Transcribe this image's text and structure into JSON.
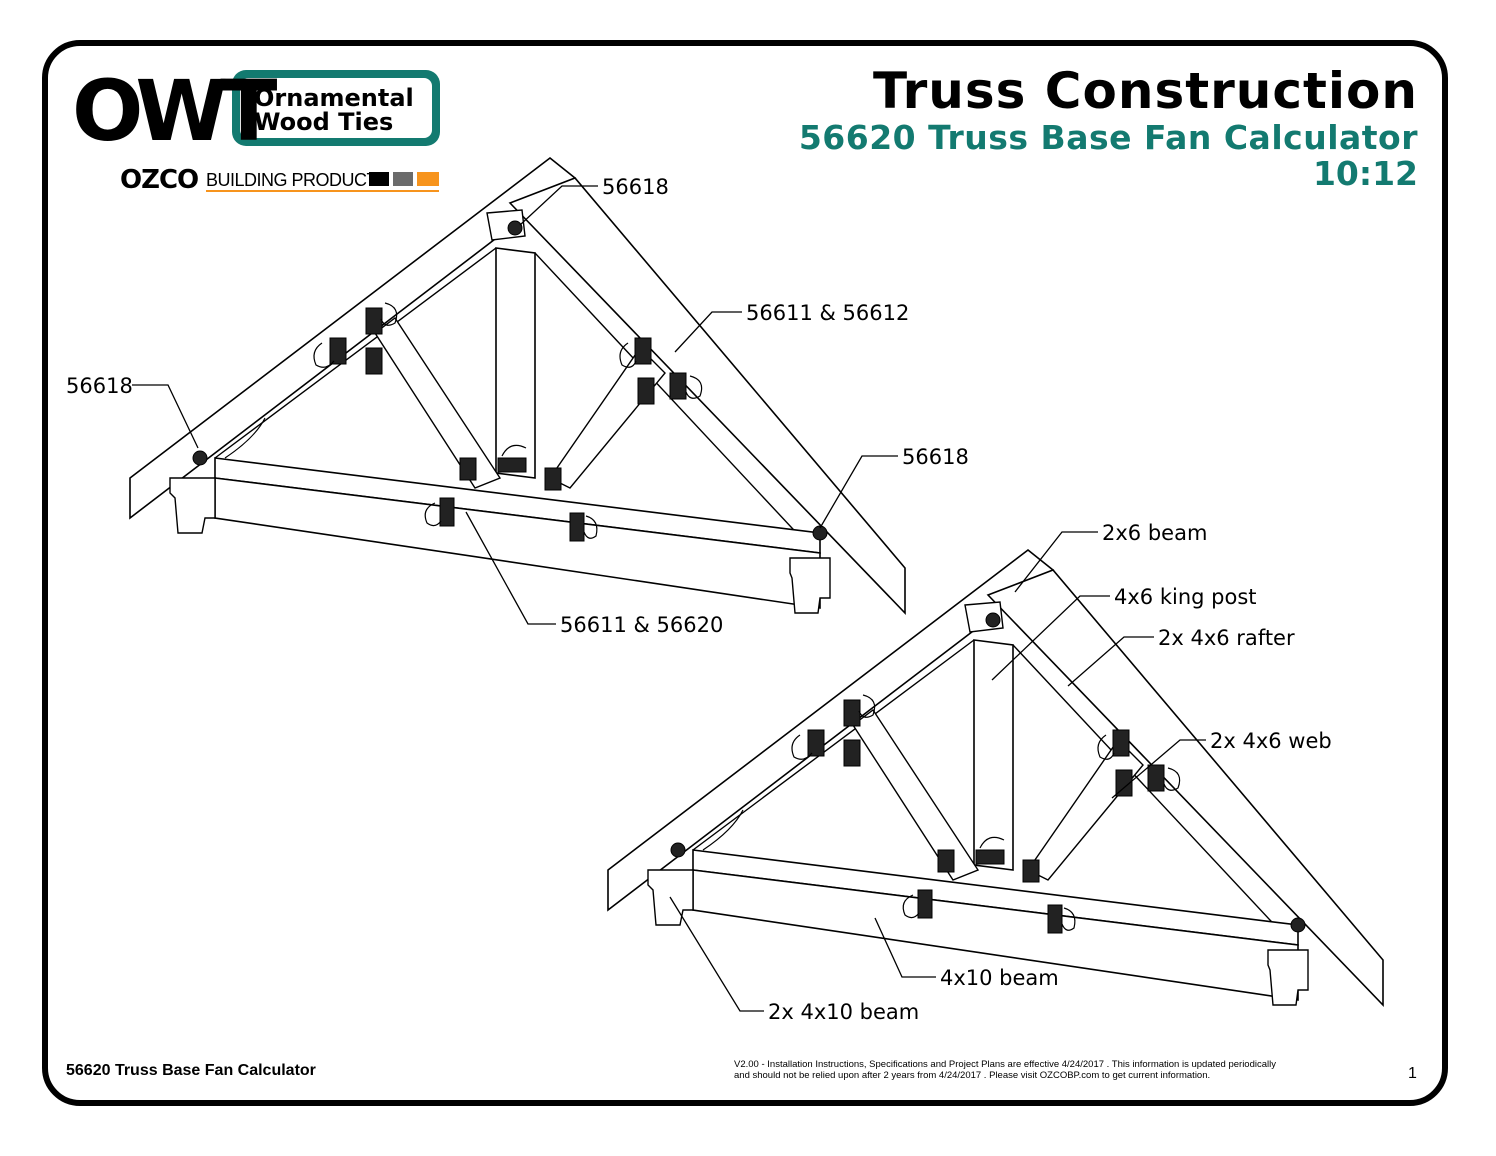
{
  "logo": {
    "owt_letters": "OWT",
    "line1": "Ornamental",
    "line2": "Wood Ties",
    "ozco": "OZCO",
    "building": "BUILDING PRODUCTS",
    "teal": "#137a70",
    "orange": "#f7941d"
  },
  "header": {
    "title": "Truss Construction",
    "subtitle": "56620 Truss Base Fan Calculator",
    "pitch": "10:12",
    "accent": "#137a70"
  },
  "diagram1_labels": {
    "top_hardware": "56618",
    "upper_web": "56611 & 56612",
    "left_hardware": "56618",
    "right_hardware": "56618",
    "base": "56611 & 56620"
  },
  "diagram2_labels": {
    "beam_top": "2x6 beam",
    "king_post": "4x6 king post",
    "rafter": "2x 4x6 rafter",
    "web": "2x 4x6 web",
    "beam_mid": "4x10 beam",
    "beam_low": "2x 4x10 beam"
  },
  "footer": {
    "left": "56620 Truss Base Fan Calculator",
    "note_line1": "V2.00 - Installation Instructions, Specifications and Project Plans are effective 4/24/2017 . This information is updated periodically",
    "note_line2": "and should not be relied upon after 2 years from 4/24/2017 . Please visit OZCOBP.com to get current information.",
    "page": "1"
  }
}
